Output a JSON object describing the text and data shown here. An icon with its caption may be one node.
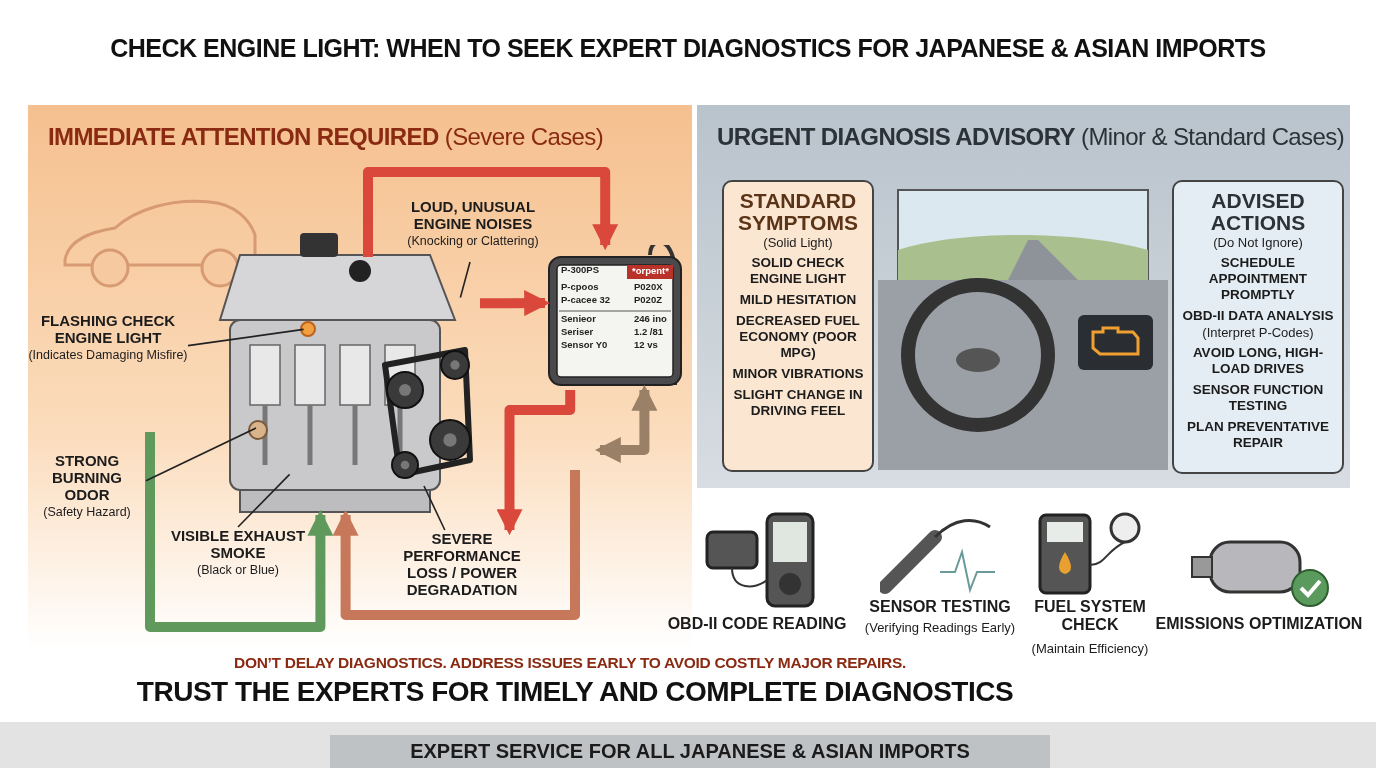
{
  "diagram": {
    "title": "CHECK ENGINE LIGHT: WHEN TO SEEK EXPERT DIAGNOSTICS FOR JAPANESE & ASIAN IMPORTS",
    "nodes": [
      {
        "text": [
          "**IMMEDIATE ATTENTION REQUIRED** (Severe Cases)"
        ]
      },
      {
        "text": [],
        "shape": "picture",
        "in": 0
      },
      {
        "text": [],
        "shape": "picture",
        "in": 0
      },
      {
        "text": [
          "LOUD, UNUSUAL ENGINE NOISES",
          "(Knocking or Clattering)"
        ],
        "in": 0
      },
      {
        "text": [
          "FLASHING CHECK ENGINE LIGHT",
          "(Indicates Damaging Misfire)"
        ],
        "in": 0
      },
      {
        "text": [
          "STRONG BURNING ODOR",
          "(Safety Hazard)"
        ],
        "in": 0
      },
      {
        "text": [
          "VISIBLE EXHAUST SMOKE",
          "(Black or Blue)"
        ],
        "in": 0
      },
      {
        "text": [
          "SEVERE PERFORMANCE LOSS / POWER DEGRADATION"
        ],
        "in": 0
      },
      {
        "text": [
          "**URGENT DIAGNOSIS ADVISORY** (Minor & Standard Cases)"
        ]
      },
      {
        "text": [
          "STANDARD SYMPTOMS",
          "(Solid Light)",
          "SOLID CHECK ENGINE LIGHT",
          "MILD HESITATION",
          "DECREASED FUEL ECONOMY (POOR MPG)",
          "MINOR VIBRATIONS",
          "SLIGHT CHANGE IN DRIVING FEEL"
        ],
        "in": 8
      },
      {
        "text": [
          "ADVISED ACTIONS",
          "(Do Not Ignore)",
          "SCHEDULE APPOINTMENT PROMPTLY",
          "OBD-II DATA ANALYSIS",
          "(Interpret P-Codes)",
          "AVOID LONG, HIGH-LOAD DRIVES",
          "SENSOR FUNCTION TESTING",
          "PLAN PREVENTATIVE REPAIR"
        ],
        "in": 8
      }
    ],
    "edges": [
      {
        "from": 1,
        "to": 2,
        "arrow": "to",
        "color": "#d9483b"
      },
      {
        "from": 1,
        "to": 2,
        "arrow": "to",
        "color": "#d9483b"
      },
      {
        "from": 2,
        "to": 7,
        "arrow": "to",
        "color": "#d9483b"
      },
      {
        "from": null,
        "to": 1,
        "arrow": "to",
        "color": "#c8785a"
      },
      {
        "from": null,
        "to": 1,
        "arrow": "to",
        "color": "#5f9a5c"
      },
      {
        "from": null,
        "to": 2,
        "arrow": "both",
        "color": "#9a8066"
      },
      {
        "from": 3,
        "to": 1,
        "arrow": "none"
      },
      {
        "from": 4,
        "to": 1,
        "arrow": "none"
      },
      {
        "from": 5,
        "to": 1,
        "arrow": "none"
      },
      {
        "from": 6,
        "to": 1,
        "arrow": "none"
      },
      {
        "from": 7,
        "to": 1,
        "arrow": "none"
      }
    ],
    "labels": [
      "P-300PS",
      "*orpent*",
      "P-cpoos",
      "P020X",
      "P-cacee 32",
      "P020Z",
      "Senieor",
      "246 ino",
      "Seriser",
      "1.2 /81",
      "Sensor Y0",
      "12 vs",
      "OBD-II CODE READING",
      "SENSOR TESTING",
      "(Verifying Readings Early)",
      "FUEL SYSTEM CHECK",
      "(Maintain Efficiency)",
      "EMISSIONS OPTIMIZATION",
      "DON’T DELAY DIAGNOSTICS. ADDRESS ISSUES EARLY TO AVOID COSTLY MAJOR REPAIRS.",
      "TRUST THE EXPERTS FOR TIMELY AND COMPLETE DIAGNOSTICS",
      "EXPERT SERVICE FOR ALL JAPANESE & ASIAN IMPORTS"
    ]
  }
}
